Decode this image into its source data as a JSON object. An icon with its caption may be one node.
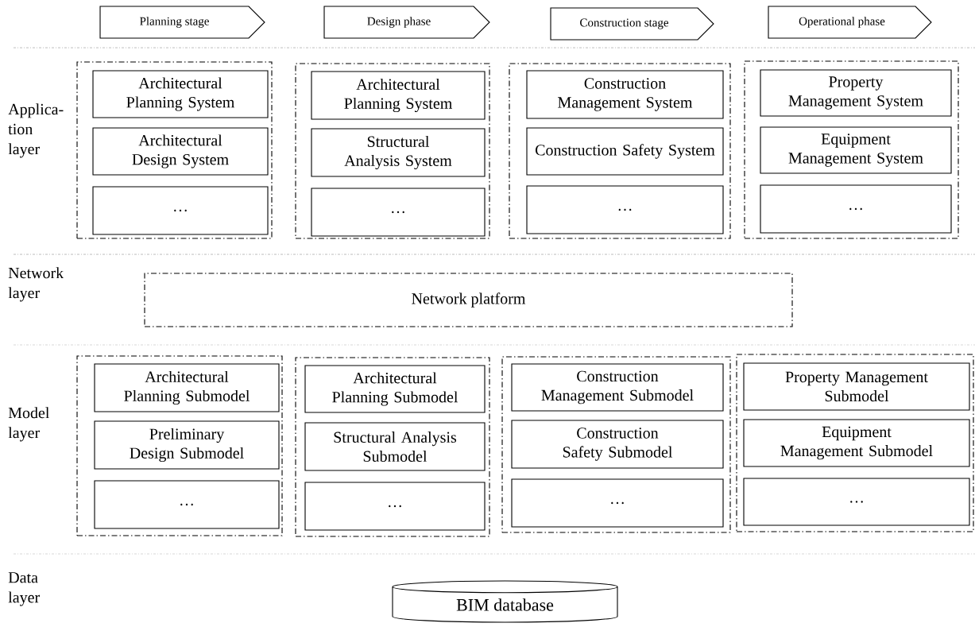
{
  "diagram": {
    "nodes": [
      {
        "text": [
          "Planning stage"
        ]
      },
      {
        "text": [
          "Design phase"
        ]
      },
      {
        "text": [
          "Construction stage"
        ]
      },
      {
        "text": [
          "Operational phase"
        ]
      },
      {
        "text": [],
        "shape": "box"
      },
      {
        "text": [
          "Architectural Planning System"
        ],
        "in": 4
      },
      {
        "text": [
          "Architectural Design System"
        ],
        "in": 4
      },
      {
        "text": [
          "…"
        ],
        "in": 4
      },
      {
        "text": [],
        "shape": "box"
      },
      {
        "text": [
          "Architectural Planning System"
        ],
        "in": 8
      },
      {
        "text": [
          "Structural Analysis System"
        ],
        "in": 8
      },
      {
        "text": [
          "…"
        ],
        "in": 8
      },
      {
        "text": [],
        "shape": "box"
      },
      {
        "text": [
          "Construction Management System"
        ],
        "in": 12
      },
      {
        "text": [
          "Construction Safety System"
        ],
        "in": 12
      },
      {
        "text": [
          "…"
        ],
        "in": 12
      },
      {
        "text": [],
        "shape": "box"
      },
      {
        "text": [
          "Property Management System"
        ],
        "in": 16
      },
      {
        "text": [
          "Equipment Management System"
        ],
        "in": 16
      },
      {
        "text": [
          "…"
        ],
        "in": 16
      },
      {
        "text": [
          "Network platform"
        ]
      },
      {
        "text": [],
        "shape": "box"
      },
      {
        "text": [
          "Architectural Planning Submodel"
        ],
        "in": 21
      },
      {
        "text": [
          "Preliminary Design Submodel"
        ],
        "in": 21
      },
      {
        "text": [
          "…"
        ],
        "in": 21
      },
      {
        "text": [],
        "shape": "box"
      },
      {
        "text": [
          "Architectural Planning Submodel"
        ],
        "in": 25
      },
      {
        "text": [
          "Structural Analysis Submodel"
        ],
        "in": 25
      },
      {
        "text": [
          "…"
        ],
        "in": 25
      },
      {
        "text": [],
        "shape": "box"
      },
      {
        "text": [
          "Construction Management Submodel"
        ],
        "in": 29
      },
      {
        "text": [
          "Construction Safety Submodel"
        ],
        "in": 29
      },
      {
        "text": [
          "…"
        ],
        "in": 29
      },
      {
        "text": [],
        "shape": "box"
      },
      {
        "text": [
          "Property Management Submodel"
        ],
        "in": 33
      },
      {
        "text": [
          "Equipment Management Submodel"
        ],
        "in": 33
      },
      {
        "text": [
          "…"
        ],
        "in": 33
      },
      {
        "text": [
          "BIM database"
        ]
      }
    ],
    "labels": [
      "Applica- tion layer",
      "Network layer",
      "Model layer",
      "Data layer"
    ]
  }
}
